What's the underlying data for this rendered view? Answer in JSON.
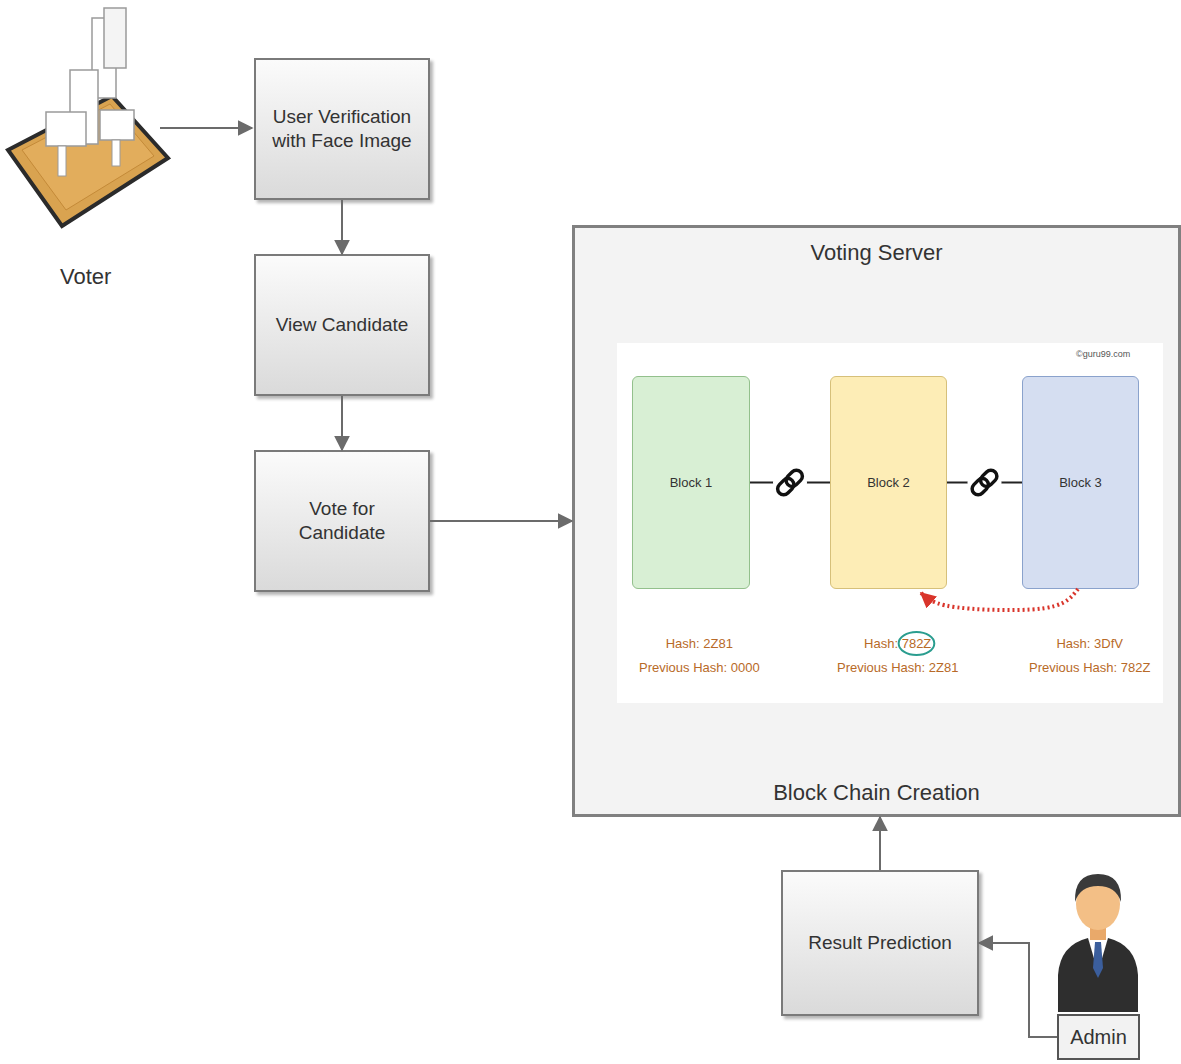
{
  "diagram": {
    "nodes": [
      {
        "text": [
          "User Verification with Face Image"
        ]
      },
      {
        "text": [
          "View Candidate"
        ]
      },
      {
        "text": [
          "Vote for Candidate"
        ]
      },
      {
        "text": [
          "Voting Server",
          "Block Chain Creation"
        ]
      },
      {
        "text": [
          "Block 1",
          "Hash: 2Z81",
          "Previous Hash: 0000"
        ],
        "in": 3
      },
      {
        "text": [
          "Block 2",
          "Hash: 782Z",
          "Previous Hash: 2Z81"
        ],
        "in": 3
      },
      {
        "text": [
          "Block 3",
          "Hash: 3DfV",
          "Previous Hash: 782Z"
        ],
        "in": 3
      },
      {
        "text": [
          "Result Prediction"
        ]
      },
      {
        "text": [
          "Admin"
        ]
      }
    ],
    "edges": [
      {
        "from": 0,
        "to": 1,
        "arrow": "to"
      },
      {
        "from": 1,
        "to": 2,
        "arrow": "to"
      },
      {
        "from": 2,
        "to": 3,
        "arrow": "to"
      },
      {
        "from": 7,
        "to": 3,
        "arrow": "to"
      },
      {
        "from": 4,
        "to": 5,
        "arrow": "none"
      },
      {
        "from": 5,
        "to": 6,
        "arrow": "none"
      },
      {
        "from": 6,
        "to": 5,
        "arrow": "to"
      },
      {
        "from": 8,
        "to": 7,
        "arrow": "to"
      }
    ],
    "labels": [
      "Voter",
      "©guru99.com"
    ]
  }
}
